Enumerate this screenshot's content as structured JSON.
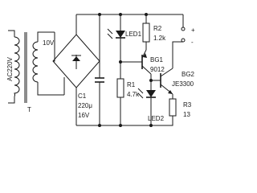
{
  "components": {
    "transformer": {
      "primary": "AC220V",
      "secondary": "10V",
      "ref": "T"
    },
    "led1": {
      "ref": "LED1"
    },
    "led2": {
      "ref": "LED2"
    },
    "r1": {
      "ref": "R1",
      "value": "4.7k"
    },
    "r2": {
      "ref": "R2",
      "value": "1.2k"
    },
    "r3": {
      "ref": "R3",
      "value": "13"
    },
    "c1": {
      "ref": "C1",
      "value1": "220μ",
      "value2": "16V"
    },
    "bg1": {
      "ref": "BG1",
      "type": "9012"
    },
    "bg2": {
      "ref": "BG2",
      "type": "JE3300"
    },
    "output": {
      "plus": "+",
      "minus": "-"
    }
  }
}
